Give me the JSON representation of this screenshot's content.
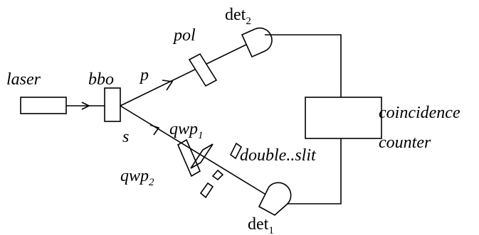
{
  "labels": {
    "laser": "laser",
    "bbo": "bbo",
    "p": "p",
    "s": "s",
    "pol": "pol",
    "det2_main": "det",
    "det2_sub": "2",
    "det1_main": "det",
    "det1_sub": "1",
    "qwp1_main": "qwp",
    "qwp1_sub": "1",
    "qwp2_main": "qwp",
    "qwp2_sub": "2",
    "double_slit": "double..slit",
    "counter_line1": "coincidence",
    "counter_line2": "counter"
  }
}
